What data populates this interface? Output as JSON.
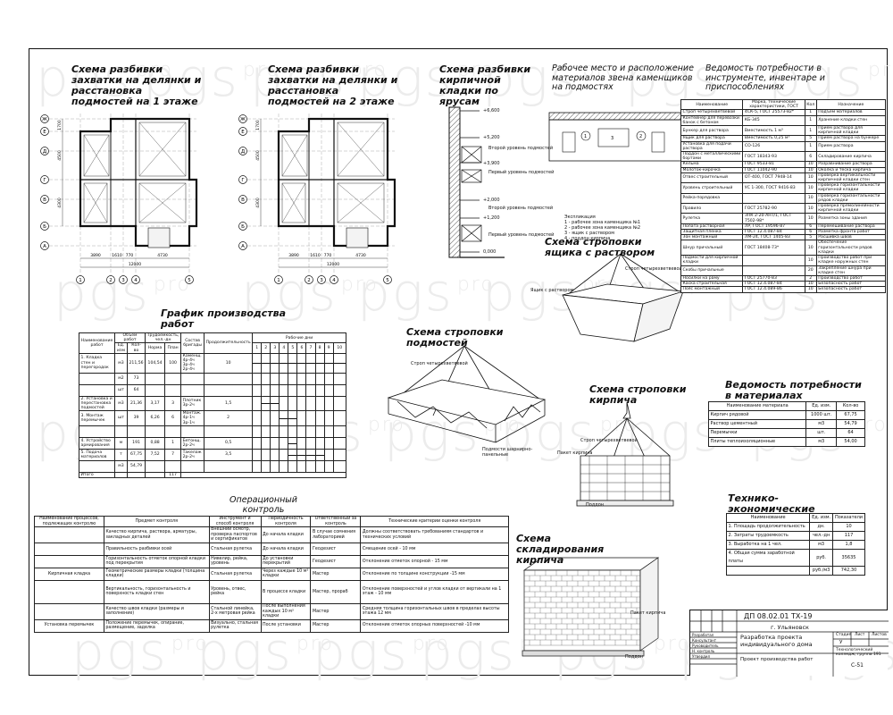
{
  "watermark": {
    "brand": "pgs",
    "suffix": "pro"
  },
  "titles": {
    "floor1_plan": "Схема разбивки захватки на делянки и расстановка подмостей на 1 этаже",
    "floor2_plan": "Схема разбивки захватки на делянки и расстановка подмостей на 2 этаже",
    "tiers": "Схема разбивки кирпичной кладки по ярусам",
    "workplace": "Рабочее место и расположение материалов звена каменщиков на подмостях",
    "tools": "Ведомость потребности в инструменте, инвентаре и приспособлениях",
    "box_sling": "Схема строповки ящика с раствором",
    "work_schedule": "График производства работ",
    "scaffold_sling": "Схема строповки подмостей",
    "brick_sling": "Схема строповки кирпича",
    "materials": "Ведомость потребности в материалах",
    "op_control": "Операционный контроль",
    "storage": "Схема складирования кирпича",
    "tep": "Технико-экономические показатели"
  },
  "plan": {
    "axes_letters": [
      "Ж",
      "Е",
      "Д",
      "Г",
      "В",
      "Б",
      "А"
    ],
    "axes_numbers": [
      "1",
      "2",
      "3",
      "4",
      "5"
    ],
    "dims_bottom": [
      "3890",
      "1610",
      "770",
      "4730"
    ],
    "dim_total": "12000",
    "dims_left": [
      "1700",
      "4500",
      "4300"
    ]
  },
  "tiers": {
    "levels": [
      "+6,600",
      "+5,200",
      "+3,900",
      "+2,000",
      "+1,200",
      "0,000"
    ],
    "notes": [
      "Второй уровень подмостей",
      "Первый уровень подмостей",
      "Второй уровень подмостей",
      "Первый уровень подмостей"
    ]
  },
  "workplace_legend": [
    "Экспликация",
    "1 - рабочее зона каменщика №1",
    "2 - рабочее зона каменщика №2",
    "3 - ящик с раствором",
    "4 - поддон кирпича"
  ],
  "sling_labels": {
    "box": [
      "Строп четырехветвевой",
      "Ящик с раствором"
    ],
    "scaffold": [
      "Строп четырехветвевой",
      "Подмости шарнирно-панельные"
    ],
    "brick": [
      "Строп четырехветвевой",
      "Пакет кирпича",
      "Поддон"
    ],
    "storage": [
      "Пакет кирпича",
      "Поддон"
    ]
  },
  "tools_table": {
    "headers": [
      "Наименование",
      "Марка, технические характеристики, ГОСТ",
      "Кол",
      "Назначение"
    ],
    "rows": [
      [
        "Строп четырехветвевой",
        "4СК-5, ГОСТ 25573-82*",
        "1",
        "Подъем материалов"
      ],
      [
        "Контейнер для перевозки банок с бетоном",
        "КБ-345",
        "1",
        "Хранение кладки стен"
      ],
      [
        "Бункер для раствора",
        "Вместимость 1 м³",
        "1",
        "Прием раствора для кирпичной кладки"
      ],
      [
        "Ящик для раствора",
        "Вместимость 0,25 м³",
        "5",
        "Прием раствора на бункере"
      ],
      [
        "Установка для подачи раствора",
        "СО-126",
        "1",
        "Прием раствора"
      ],
      [
        "Поддон с металлическими бортами",
        "ГОСТ 18343-93",
        "6",
        "Складирование кирпича"
      ],
      [
        "Кельма",
        "ГОСТ 9533-81",
        "10",
        "Разравнивание раствора"
      ],
      [
        "Молоток-кирочка",
        "ГОСТ 11042-90",
        "10",
        "Околка и теска кирпича"
      ],
      [
        "Отвес строительный",
        "ОТ-400, ГОСТ 7948-14",
        "10",
        "Проверка вертикальности кирпичной кладки стен"
      ],
      [
        "Уровень строительный",
        "УС 1-300, ГОСТ 9416-83",
        "10",
        "Проверка горизонтальности кирпичной кладки"
      ],
      [
        "Рейка-порядовка",
        "",
        "10",
        "Проверка горизонтальности рядов кладки"
      ],
      [
        "Правило",
        "ГОСТ 25782-90",
        "10",
        "Проверка прямолинейности кирпичной кладки"
      ],
      [
        "Рулетка",
        "ЗПК 2-20-АНТ/1, ГОСТ 7502-98*",
        "10",
        "Разметка зоны здания"
      ],
      [
        "Лопата растворная",
        "ЛР, ГОСТ 19596-87",
        "6",
        "Перемешивание раствора"
      ],
      [
        "Защитная пленка",
        "ГОСТ 12.4.087-84",
        "6",
        "Разметка фронта работ"
      ],
      [
        "Зон монтажный",
        "ЛМ-24, ГОСТ 1405-83",
        "5",
        "Расшивка швов"
      ],
      [
        "Шнур причальный",
        "ГОСТ 18408-73*",
        "10",
        "Обеспечение горизонтальности рядов кладки"
      ],
      [
        "Подмости для кирпичной кладки",
        "",
        "10",
        "Производство работ при кладке наружных стен"
      ],
      [
        "Скобы причальные",
        "",
        "20",
        "Закрепление шнура при кладке стен"
      ],
      [
        "Носилки на раму",
        "ГОСТ 25770-83",
        "2",
        "Производство работ"
      ],
      [
        "Каска строительная",
        "ГОСТ 12.4.087-84",
        "10",
        "Безопасность работ"
      ],
      [
        "Пояс монтажный",
        "ГОСТ 12.4.089-86",
        "10",
        "Безопасность работ"
      ]
    ]
  },
  "schedule": {
    "headers": [
      "Наименование работ",
      "Объем работ",
      "Трудоемкость, чел.-дн",
      "Состав бригады",
      "Продолжительность",
      "Рабочие дни"
    ],
    "subheaders": [
      "Ед. изм",
      "Кол-во",
      "Норма",
      "План"
    ],
    "days": [
      "1",
      "2",
      "3",
      "4",
      "5",
      "6",
      "7",
      "8",
      "9",
      "10"
    ],
    "rows": [
      {
        "name": "1. Кладка стен и перегородок",
        "unit": "м3",
        "qty": "211,56",
        "norm": "104,54",
        "plan": "100",
        "crew": "Каменщ. 4р-4ч 3р-4ч 2р-4ч",
        "dur": "10"
      },
      {
        "name": "",
        "unit": "м2",
        "qty": "73",
        "norm": "",
        "plan": "",
        "crew": "",
        "dur": ""
      },
      {
        "name": "",
        "unit": "шт",
        "qty": "64",
        "norm": "",
        "plan": "",
        "crew": "",
        "dur": ""
      },
      {
        "name": "2. Установка и перестановка подмостей",
        "unit": "м3",
        "qty": "21,36",
        "norm": "3,17",
        "plan": "3",
        "crew": "Плотник 3р-2ч",
        "dur": "1,5"
      },
      {
        "name": "3. Монтаж перемычек",
        "unit": "шт",
        "qty": "39",
        "norm": "6,26",
        "plan": "6",
        "crew": "Монтаж. 4р-1ч 3р-1ч",
        "dur": "2"
      },
      {
        "name": "",
        "unit": "",
        "qty": "",
        "norm": "",
        "plan": "",
        "crew": "",
        "dur": ""
      },
      {
        "name": "4. Устройство армирования",
        "unit": "м",
        "qty": "191",
        "norm": "0,88",
        "plan": "1",
        "crew": "Бетонщ. 2р-2ч",
        "dur": "0,5"
      },
      {
        "name": "5. Подача материалов",
        "unit": "т",
        "qty": "67,75",
        "norm": "7,52",
        "plan": "7",
        "crew": "Такелаж 2р-2ч",
        "dur": "3,5"
      },
      {
        "name": "",
        "unit": "м3",
        "qty": "54,79",
        "norm": "",
        "plan": "",
        "crew": "",
        "dur": ""
      }
    ],
    "total_label": "Итого",
    "total_value": "117"
  },
  "materials_table": {
    "headers": [
      "Наименование материала",
      "Ед. изм.",
      "Кол-во"
    ],
    "rows": [
      [
        "Кирпич рядовой",
        "1000 шт.",
        "67,75"
      ],
      [
        "Раствор цементный",
        "м3",
        "54,79"
      ],
      [
        "Перемычки",
        "шт.",
        "64"
      ],
      [
        "Плиты теплоизоляционные",
        "м3",
        "54,00"
      ]
    ]
  },
  "tep_table": {
    "headers": [
      "Наименование",
      "Ед. изм.",
      "Показатели"
    ],
    "rows": [
      [
        "1. Площадь продолжительность",
        "дн.",
        "10"
      ],
      [
        "2. Затраты трудоемкость",
        "чел.-дн",
        "117"
      ],
      [
        "3. Выработка на 1 чел.",
        "м3",
        "1,8"
      ],
      [
        "4. Общая сумма заработной платы",
        "руб.",
        "35635"
      ],
      [
        "",
        "руб./м3",
        "742,30"
      ]
    ]
  },
  "control_table": {
    "headers": [
      "Наименование процессов, подлежащих контролю",
      "Предмет контроля",
      "Инструмент и способ контроля",
      "Периодичность контроля",
      "Ответственный за контроль",
      "Технические критерии оценки контроля"
    ],
    "rows": [
      [
        "",
        "Качество кирпича, раствора, арматуры, закладных деталей",
        "Внешний осмотр, проверка паспортов и сертификатов",
        "До начала кладки",
        "В случае сомнения лабораторией",
        "Должны соответствовать требованиям стандартов и технических условий"
      ],
      [
        "",
        "Правильность разбивки осей",
        "Стальная рулетка",
        "До начала кладки",
        "Геодезист",
        "Смещение осей - 10 мм"
      ],
      [
        "",
        "Горизонтальность отметок опорной кладки под перекрытия",
        "Нивелир, рейка, уровень",
        "До установки перекрытий",
        "Геодезист",
        "Отклонение отметок опорной - 15 мм"
      ],
      [
        "Кирпичная кладка",
        "Геометрические размеры кладки (толщина кладки)",
        "Стальная рулетка",
        "Через каждые 10 м³ кладки",
        "Мастер",
        "Отклонение по толщине конструкции -15 мм"
      ],
      [
        "",
        "Вертикальность, горизонтальность и поверхность кладки стен",
        "Уровень, отвес, рейка",
        "В процессе кладки",
        "Мастер, прораб",
        "Отклонение поверхностей и углов кладки от вертикали на 1 этаж - 10 мм"
      ],
      [
        "",
        "Качество швов кладки (размеры и заполнение)",
        "Стальной линейка, 2-х метровая рейка",
        "После выполнения каждых 10 м³ кладки",
        "Мастер",
        "Средняя толщина горизонтальных швов в пределах высоты этажа 12 мм"
      ],
      [
        "Установка перемычек",
        "Положение перемычек, опирание, размещение, заделка",
        "Визуально, стальная рулетка",
        "После установки",
        "Мастер",
        "Отклонение отметок опорных поверхностей -10 мм"
      ]
    ]
  },
  "stamp": {
    "code": "ДП 08.02.01 ТХ-19",
    "place": "г. Ульяновск",
    "project": "Разработка проекта индивидуального дома",
    "sheet_title": "Проект производства работ",
    "stage_label": "Стадия",
    "sheet_label": "Лист",
    "sheets_label": "Листов",
    "stage_value": "У",
    "org": "Технологический колледж, группа 191",
    "number": "С-51",
    "roles": [
      "Разработал",
      "Консультант",
      "Руководитель",
      "Н. контроль",
      "Утвердил"
    ]
  }
}
